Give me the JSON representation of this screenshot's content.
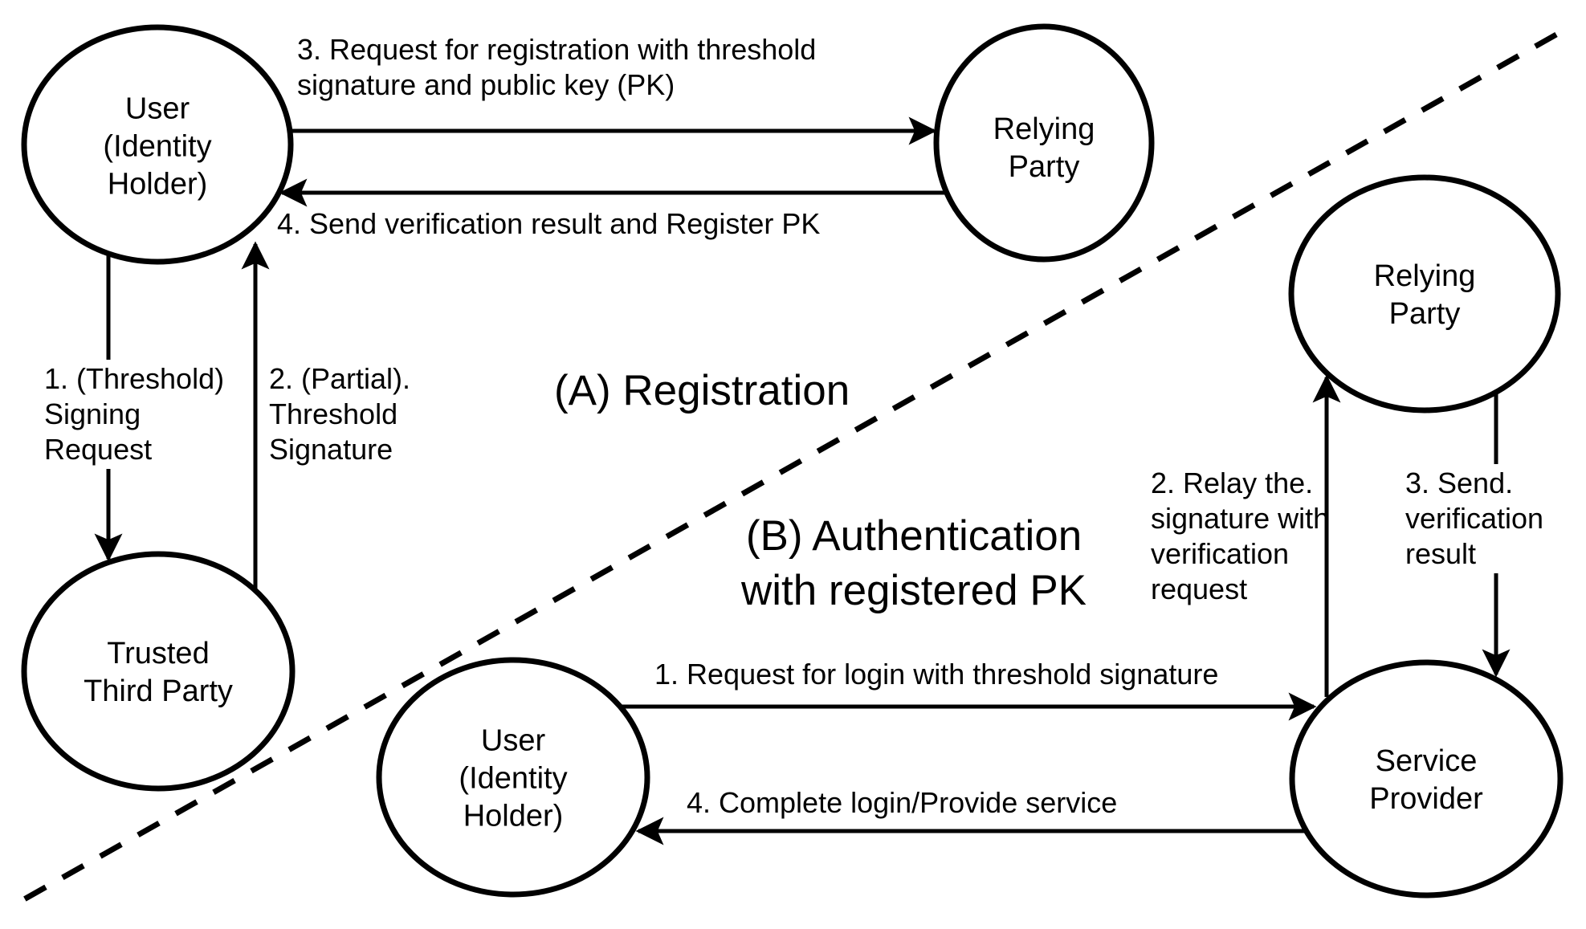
{
  "colors": {
    "background": "#ffffff",
    "ink": "#000000"
  },
  "sections": {
    "a": {
      "title": "(A) Registration"
    },
    "b": {
      "title": "(B) Authentication\nwith registered PK"
    }
  },
  "nodes": {
    "user_a": {
      "label": "User\n(Identity\nHolder)"
    },
    "relying_party_a": {
      "label": "Relying\nParty"
    },
    "trusted_third_party": {
      "label": "Trusted\nThird Party"
    },
    "relying_party_b": {
      "label": "Relying\nParty"
    },
    "user_b": {
      "label": "User\n(Identity\nHolder)"
    },
    "service_provider": {
      "label": "Service\nProvider"
    }
  },
  "arrows": {
    "a1": {
      "label": "1. (Threshold)\nSigning\nRequest"
    },
    "a2": {
      "label": "2. (Partial).\nThreshold\nSignature"
    },
    "a3": {
      "label": "3. Request for registration with threshold\nsignature and public key (PK)"
    },
    "a4": {
      "label": "4. Send verification result and Register PK"
    },
    "b1": {
      "label": "1. Request for login with threshold signature"
    },
    "b2": {
      "label": "2. Relay the.\nsignature with\nverification\nrequest"
    },
    "b3": {
      "label": "3. Send.\nverification\nresult"
    },
    "b4": {
      "label": "4. Complete login/Provide service"
    }
  }
}
